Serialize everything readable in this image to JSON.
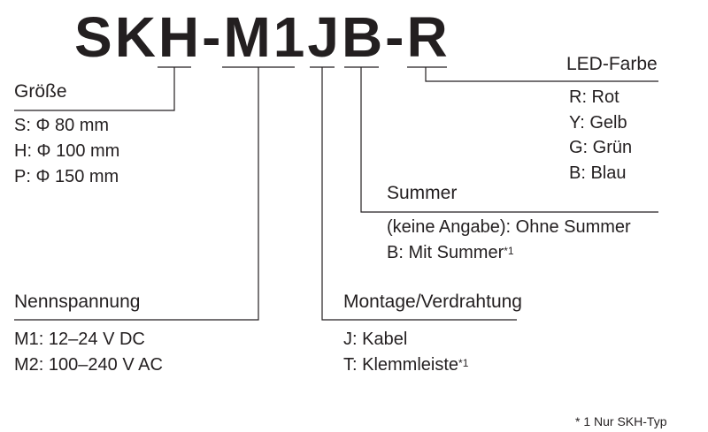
{
  "model_code": "SKH-M1JB-R",
  "sections": {
    "size": {
      "heading": "Größe",
      "items": [
        "S: Φ 80 mm",
        "H: Φ 100 mm",
        "P: Φ 150 mm"
      ]
    },
    "voltage": {
      "heading": "Nennspannung",
      "items": [
        "M1: 12–24 V DC",
        "M2: 100–240 V AC"
      ]
    },
    "mounting": {
      "heading": "Montage/Verdrahtung",
      "items": [
        "J: Kabel",
        "T: Klemmleiste"
      ],
      "item_2_sup": "*1"
    },
    "buzzer": {
      "heading": "Summer",
      "items": [
        "(keine Angabe): Ohne Summer",
        "B: Mit Summer"
      ],
      "item_2_sup": "*1"
    },
    "led": {
      "heading": "LED-Farbe",
      "items": [
        "R: Rot",
        "Y: Gelb",
        "G: Grün",
        "B: Blau"
      ]
    }
  },
  "footnote": "* 1 Nur SKH-Typ"
}
